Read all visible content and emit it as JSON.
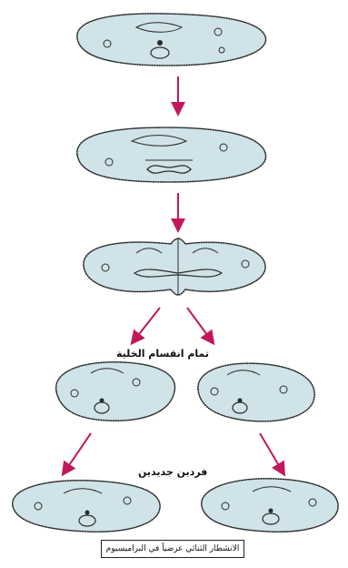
{
  "labels": {
    "division_complete": "تمام انقسام الخلية",
    "daughter_cells": "فردين جديدين"
  },
  "caption": "الانشطار الثنائي عرضياً في البراميسيوم",
  "colors": {
    "cell_fill": "#cfe3e8",
    "cell_outline": "#2b2b2b",
    "arrow": "#c2185b"
  }
}
